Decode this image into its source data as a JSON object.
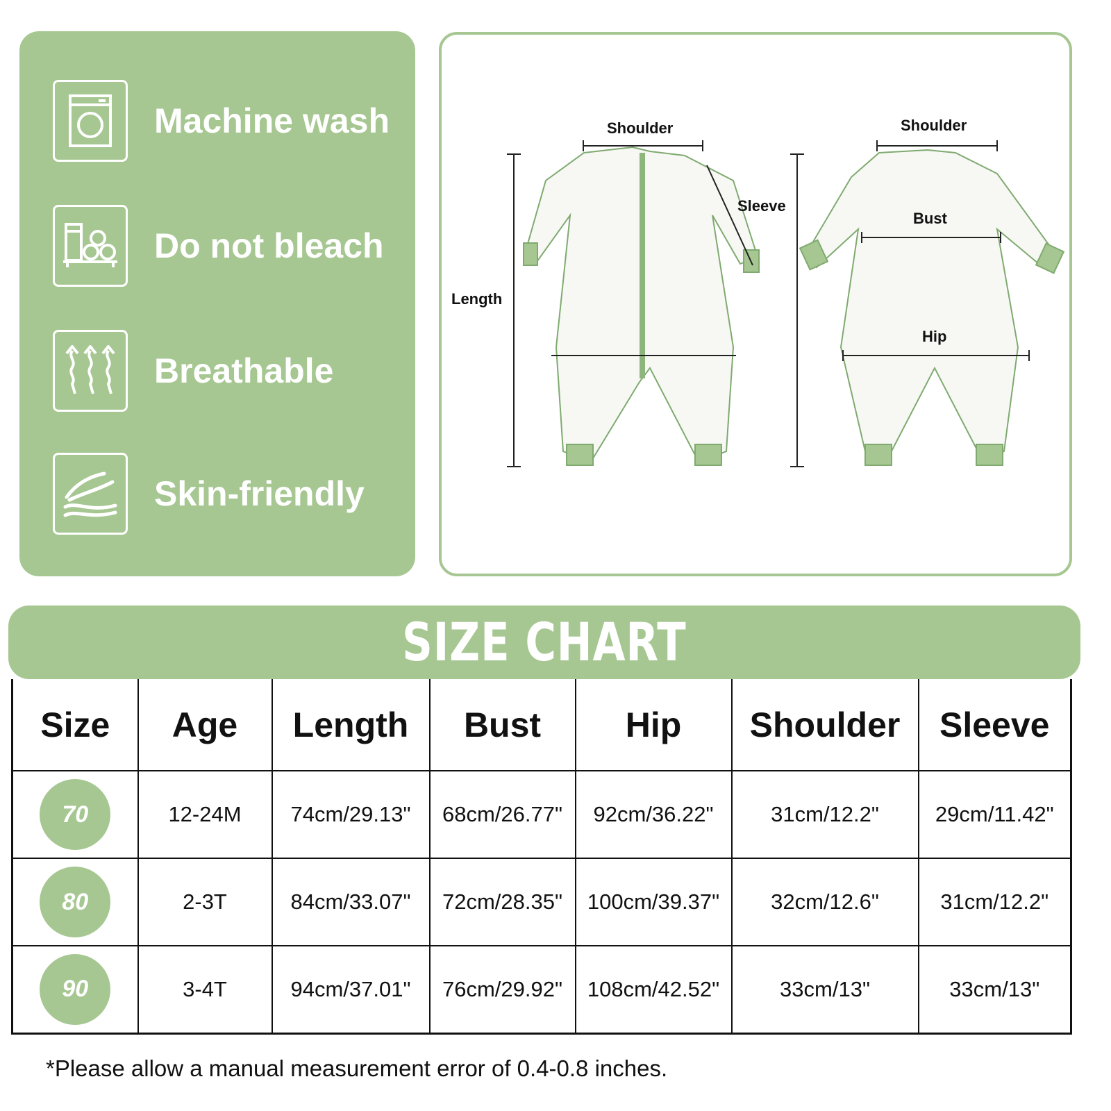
{
  "features": [
    {
      "icon": "washing-machine-icon",
      "label": "Machine wash"
    },
    {
      "icon": "no-bleach-icon",
      "label": "Do not bleach"
    },
    {
      "icon": "breathable-icon",
      "label": "Breathable"
    },
    {
      "icon": "skin-friendly-icon",
      "label": "Skin-friendly"
    }
  ],
  "diagram": {
    "front": {
      "shoulder": "Shoulder",
      "sleeve": "Sleeve",
      "length": "Length"
    },
    "back": {
      "shoulder": "Shoulder",
      "bust": "Bust",
      "hip": "Hip"
    }
  },
  "size_chart": {
    "title": "SIZE CHART",
    "headers": [
      "Size",
      "Age",
      "Length",
      "Bust",
      "Hip",
      "Shoulder",
      "Sleeve"
    ],
    "rows": [
      [
        "70",
        "12-24M",
        "74cm/29.13\"",
        "68cm/26.77\"",
        "92cm/36.22\"",
        "31cm/12.2\"",
        "29cm/11.42\""
      ],
      [
        "80",
        "2-3T",
        "84cm/33.07\"",
        "72cm/28.35\"",
        "100cm/39.37\"",
        "32cm/12.6\"",
        "31cm/12.2\""
      ],
      [
        "90",
        "3-4T",
        "94cm/37.01\"",
        "76cm/29.92\"",
        "108cm/42.52\"",
        "33cm/13\"",
        "33cm/13\""
      ]
    ],
    "note": "*Please allow a manual measurement error of 0.4-0.8 inches."
  },
  "colors": {
    "accent": "#a6c791"
  }
}
